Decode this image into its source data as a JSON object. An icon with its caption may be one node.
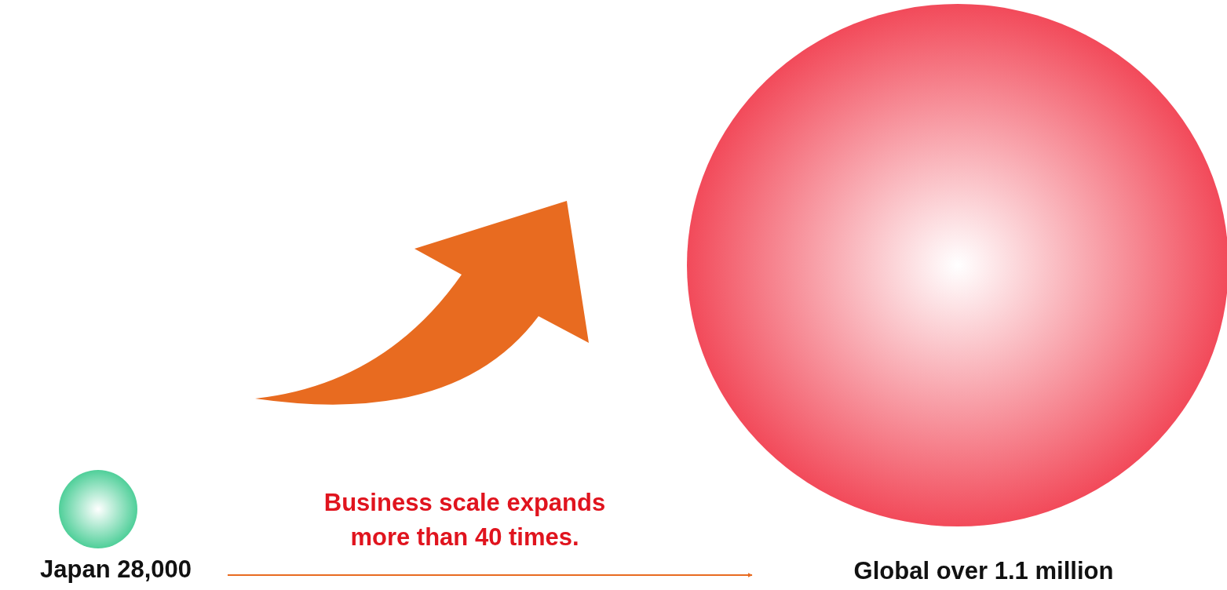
{
  "diagram": {
    "nodes": [
      {
        "text": [],
        "shape": "circle",
        "beside": [
          "Japan 28,000"
        ]
      },
      {
        "text": [],
        "shape": "circle",
        "beside": [
          "Global over 1.1 million"
        ]
      }
    ],
    "edges": [
      {
        "from": 0,
        "to": 1,
        "arrow": "to",
        "style": "thick"
      },
      {
        "from": 0,
        "to": 1,
        "arrow": "to",
        "label": "Business scale expands more than 40 times."
      }
    ]
  }
}
